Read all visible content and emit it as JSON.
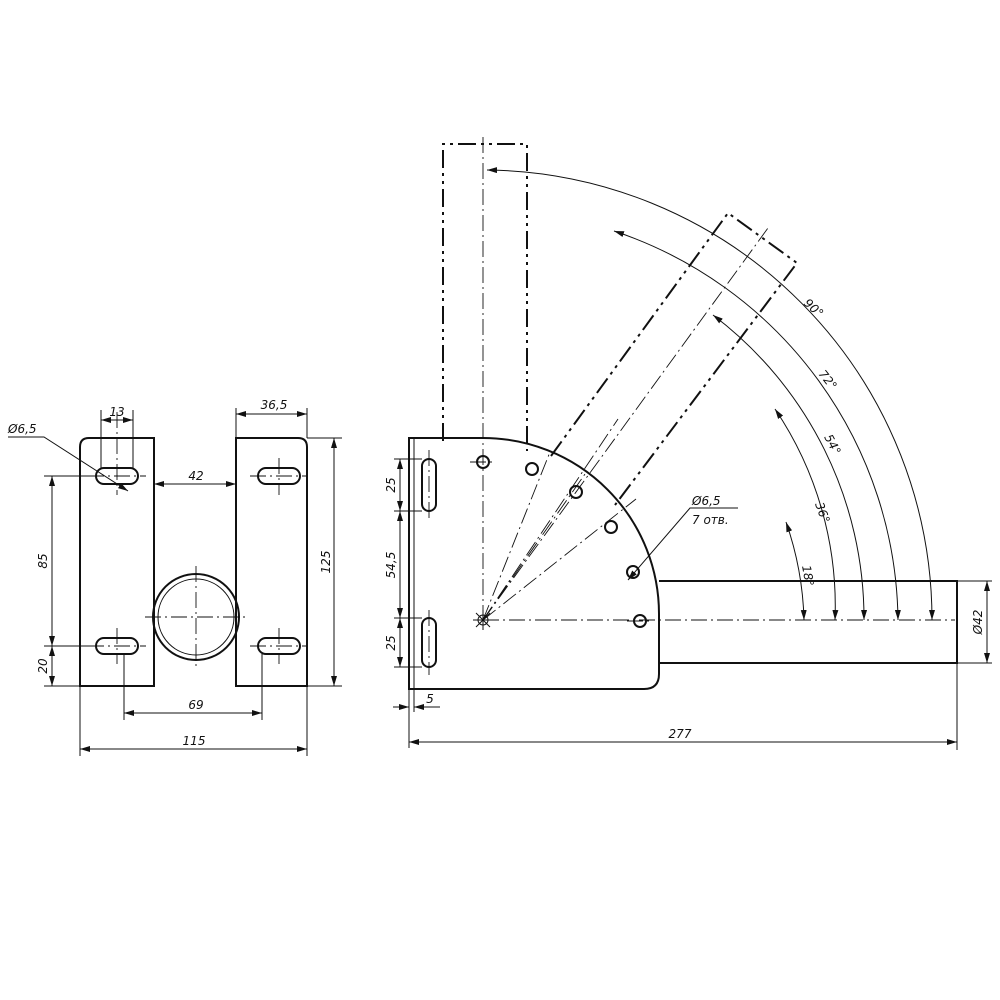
{
  "front_view": {
    "hole_label": "Ø6,5",
    "slot_width_label": "13",
    "plate_width_label": "36,5",
    "gap_label": "42",
    "slot_spacing_label": "85",
    "slot_offset_label": "20",
    "height_label": "125",
    "slot_center_spacing_label": "69",
    "overall_width_label": "115"
  },
  "side_view": {
    "slot_length_top_label": "25",
    "slot_spacing_label": "54,5",
    "slot_length_bottom_label": "25",
    "thickness_label": "5",
    "overall_length_label": "277",
    "tube_diameter_label": "Ø42",
    "hole_label": "Ø6,5",
    "hole_count_label": "7 отв.",
    "angles": [
      "18°",
      "36°",
      "54°",
      "72°",
      "90°"
    ]
  }
}
